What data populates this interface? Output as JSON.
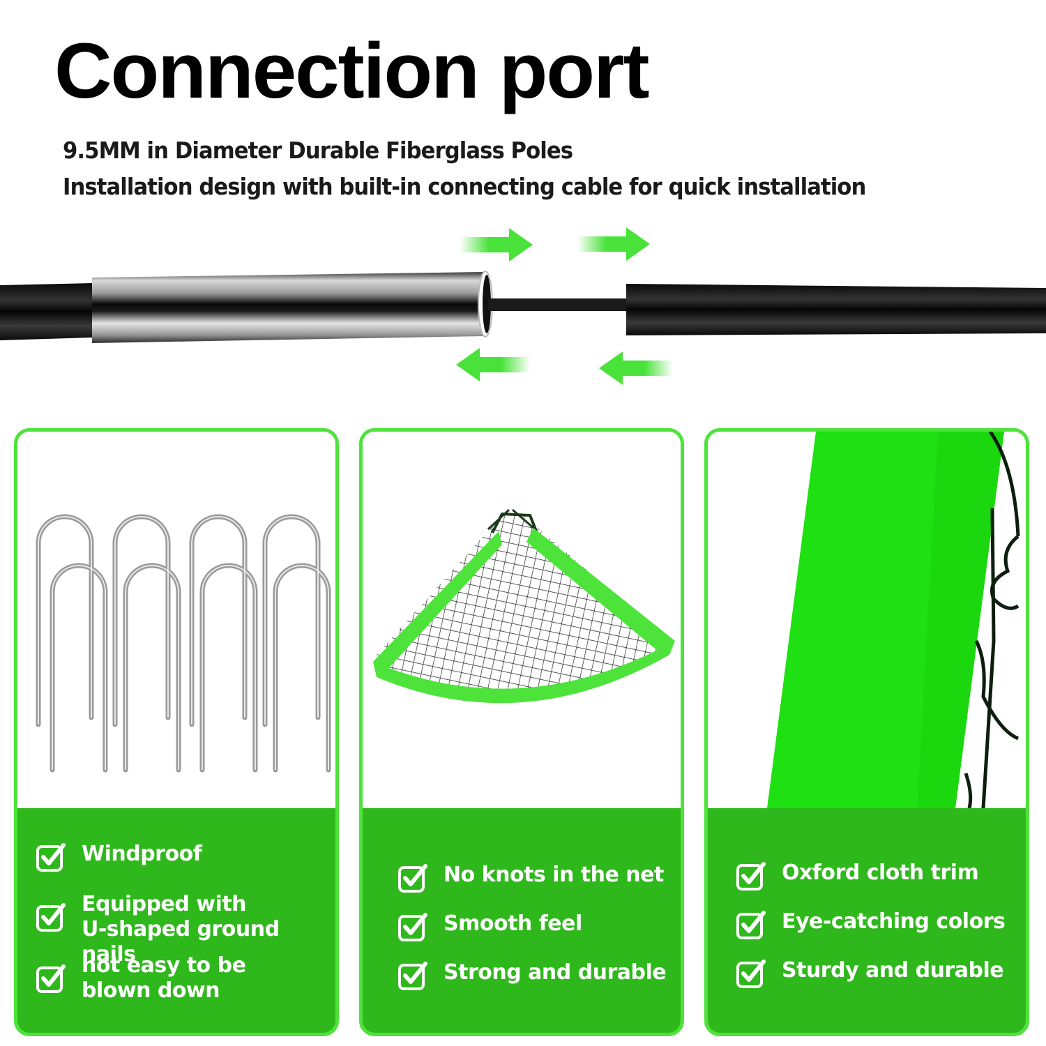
{
  "header": {
    "title": "Connection port",
    "subtitle_lines": [
      "9.5MM in Diameter Durable Fiberglass Poles",
      "Installation design with built-in connecting cable for quick installation"
    ]
  },
  "colors": {
    "accent_green": "#4ee33b",
    "panel_footer_green": "#2fb81c",
    "arrow_green": "#49e23a",
    "pole_black": "#111111"
  },
  "illustration": {
    "arrows": [
      "arrow-right",
      "arrow-right",
      "arrow-left",
      "arrow-left"
    ]
  },
  "panels": [
    {
      "image": "u-shaped-ground-stakes",
      "features": [
        "Windproof",
        "Equipped with\nU-shaped ground nails",
        "not easy to be\nblown down"
      ]
    },
    {
      "image": "corner-net-triangle",
      "features": [
        "No knots in the net",
        "Smooth feel",
        "Strong and durable"
      ]
    },
    {
      "image": "oxford-cloth-trim-closeup",
      "features": [
        "Oxford cloth trim",
        "Eye-catching colors",
        "Sturdy and durable"
      ]
    }
  ]
}
